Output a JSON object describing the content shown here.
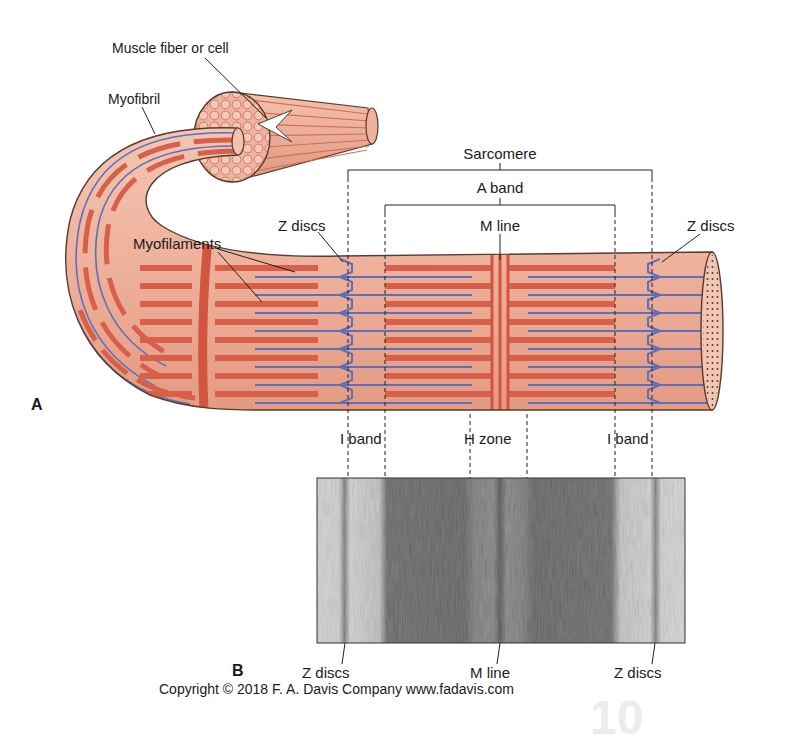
{
  "diagram": {
    "labels": [
      "Muscle fiber or cell",
      "Myofibril",
      "Sarcomere",
      "A band",
      "Z discs",
      "M line",
      "Z discs",
      "Myofilaments",
      "A",
      "I band",
      "H zone",
      "I band",
      "B",
      "Z discs",
      "M line",
      "Z discs",
      "Copyright © 2018 F. A. Davis Company www.fadavis.com",
      "10"
    ]
  }
}
